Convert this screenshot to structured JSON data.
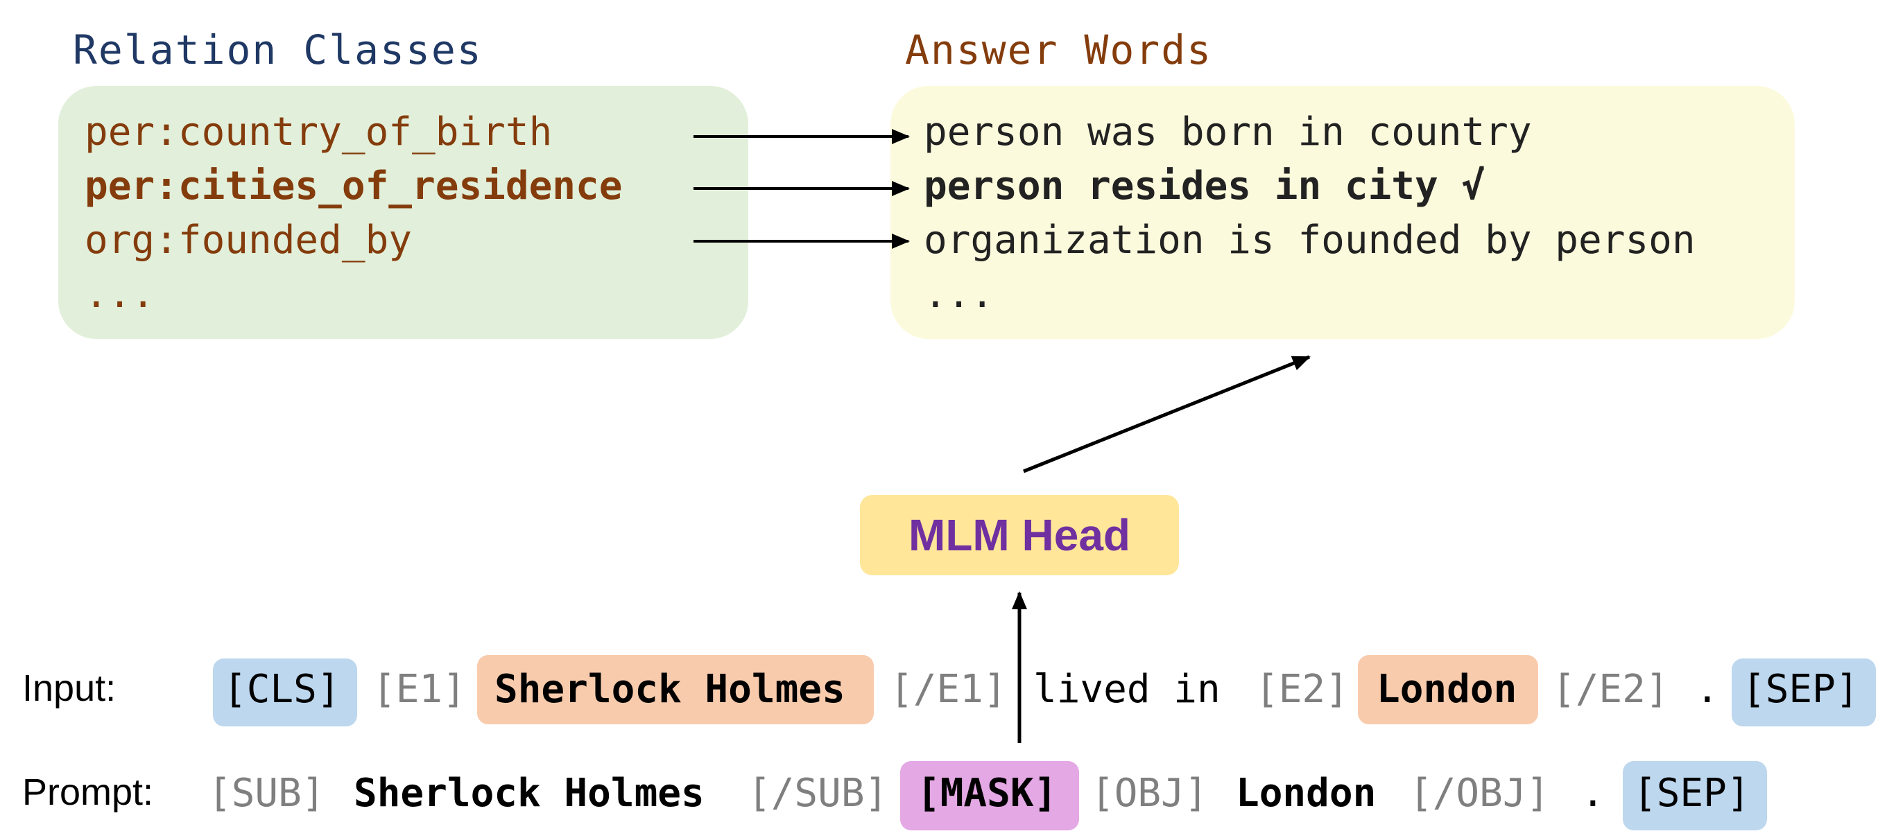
{
  "relation_classes": {
    "title": "Relation Classes",
    "items": [
      "per:country_of_birth",
      "per:cities_of_residence",
      "org:founded_by",
      "..."
    ]
  },
  "answer_words": {
    "title": "Answer Words",
    "items": [
      "person was born in country",
      "person resides in city √",
      "organization is founded by person",
      "..."
    ]
  },
  "mlm_head": {
    "label": "MLM Head"
  },
  "input_row": {
    "label": "Input:",
    "tokens": [
      "[CLS]",
      "[E1]",
      "Sherlock Holmes",
      "[/E1]",
      "lived in",
      "[E2]",
      "London",
      "[/E2]",
      ".",
      "[SEP]"
    ]
  },
  "prompt_row": {
    "label": "Prompt:",
    "tokens": [
      "[SUB]",
      "Sherlock Holmes",
      "[/SUB]",
      "[MASK]",
      "[OBJ]",
      "London",
      "[/OBJ]",
      ".",
      "[SEP]"
    ]
  },
  "colors": {
    "relation_text": "#843c0c",
    "relation_title": "#1f3864",
    "relation_box": "#e2efda",
    "answer_box": "#fcfadc",
    "mlm_box": "#ffe699",
    "mlm_text": "#7030a0",
    "special_token_highlight": "#bdd7ee",
    "entity_highlight": "#f8cbad",
    "mask_highlight": "#e4a8e4"
  }
}
